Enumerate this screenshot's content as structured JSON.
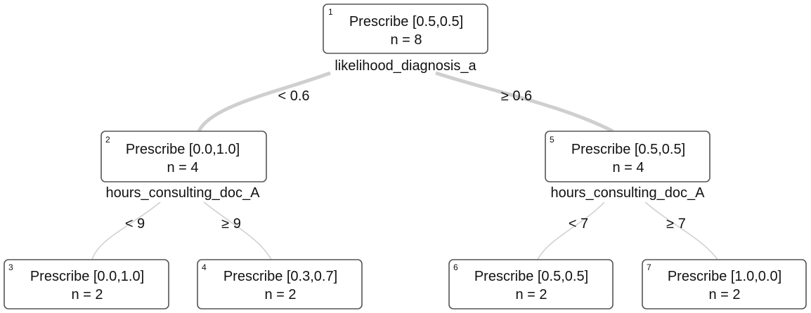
{
  "nodes": [
    {
      "id": "1",
      "label": "Prescribe [0.5,0.5]",
      "n": "n = 8",
      "split": "likelihood_diagnosis_a"
    },
    {
      "id": "2",
      "label": "Prescribe [0.0,1.0]",
      "n": "n = 4",
      "split": "hours_consulting_doc_A"
    },
    {
      "id": "3",
      "label": "Prescribe [0.0,1.0]",
      "n": "n = 2",
      "split": ""
    },
    {
      "id": "4",
      "label": "Prescribe [0.3,0.7]",
      "n": "n = 2",
      "split": ""
    },
    {
      "id": "5",
      "label": "Prescribe [0.5,0.5]",
      "n": "n = 4",
      "split": "hours_consulting_doc_A"
    },
    {
      "id": "6",
      "label": "Prescribe [0.5,0.5]",
      "n": "n = 2",
      "split": ""
    },
    {
      "id": "7",
      "label": "Prescribe [1.0,0.0]",
      "n": "n = 2",
      "split": ""
    }
  ],
  "edges": [
    {
      "from": "1",
      "to": "2",
      "label": "< 0.6"
    },
    {
      "from": "1",
      "to": "5",
      "label": "≥ 0.6"
    },
    {
      "from": "2",
      "to": "3",
      "label": "< 9"
    },
    {
      "from": "2",
      "to": "4",
      "label": "≥ 9"
    },
    {
      "from": "5",
      "to": "6",
      "label": "< 7"
    },
    {
      "from": "5",
      "to": "7",
      "label": "≥ 7"
    }
  ],
  "colors": {
    "edge": "#cfcfcf",
    "box_border": "#555555",
    "text": "#111111"
  }
}
